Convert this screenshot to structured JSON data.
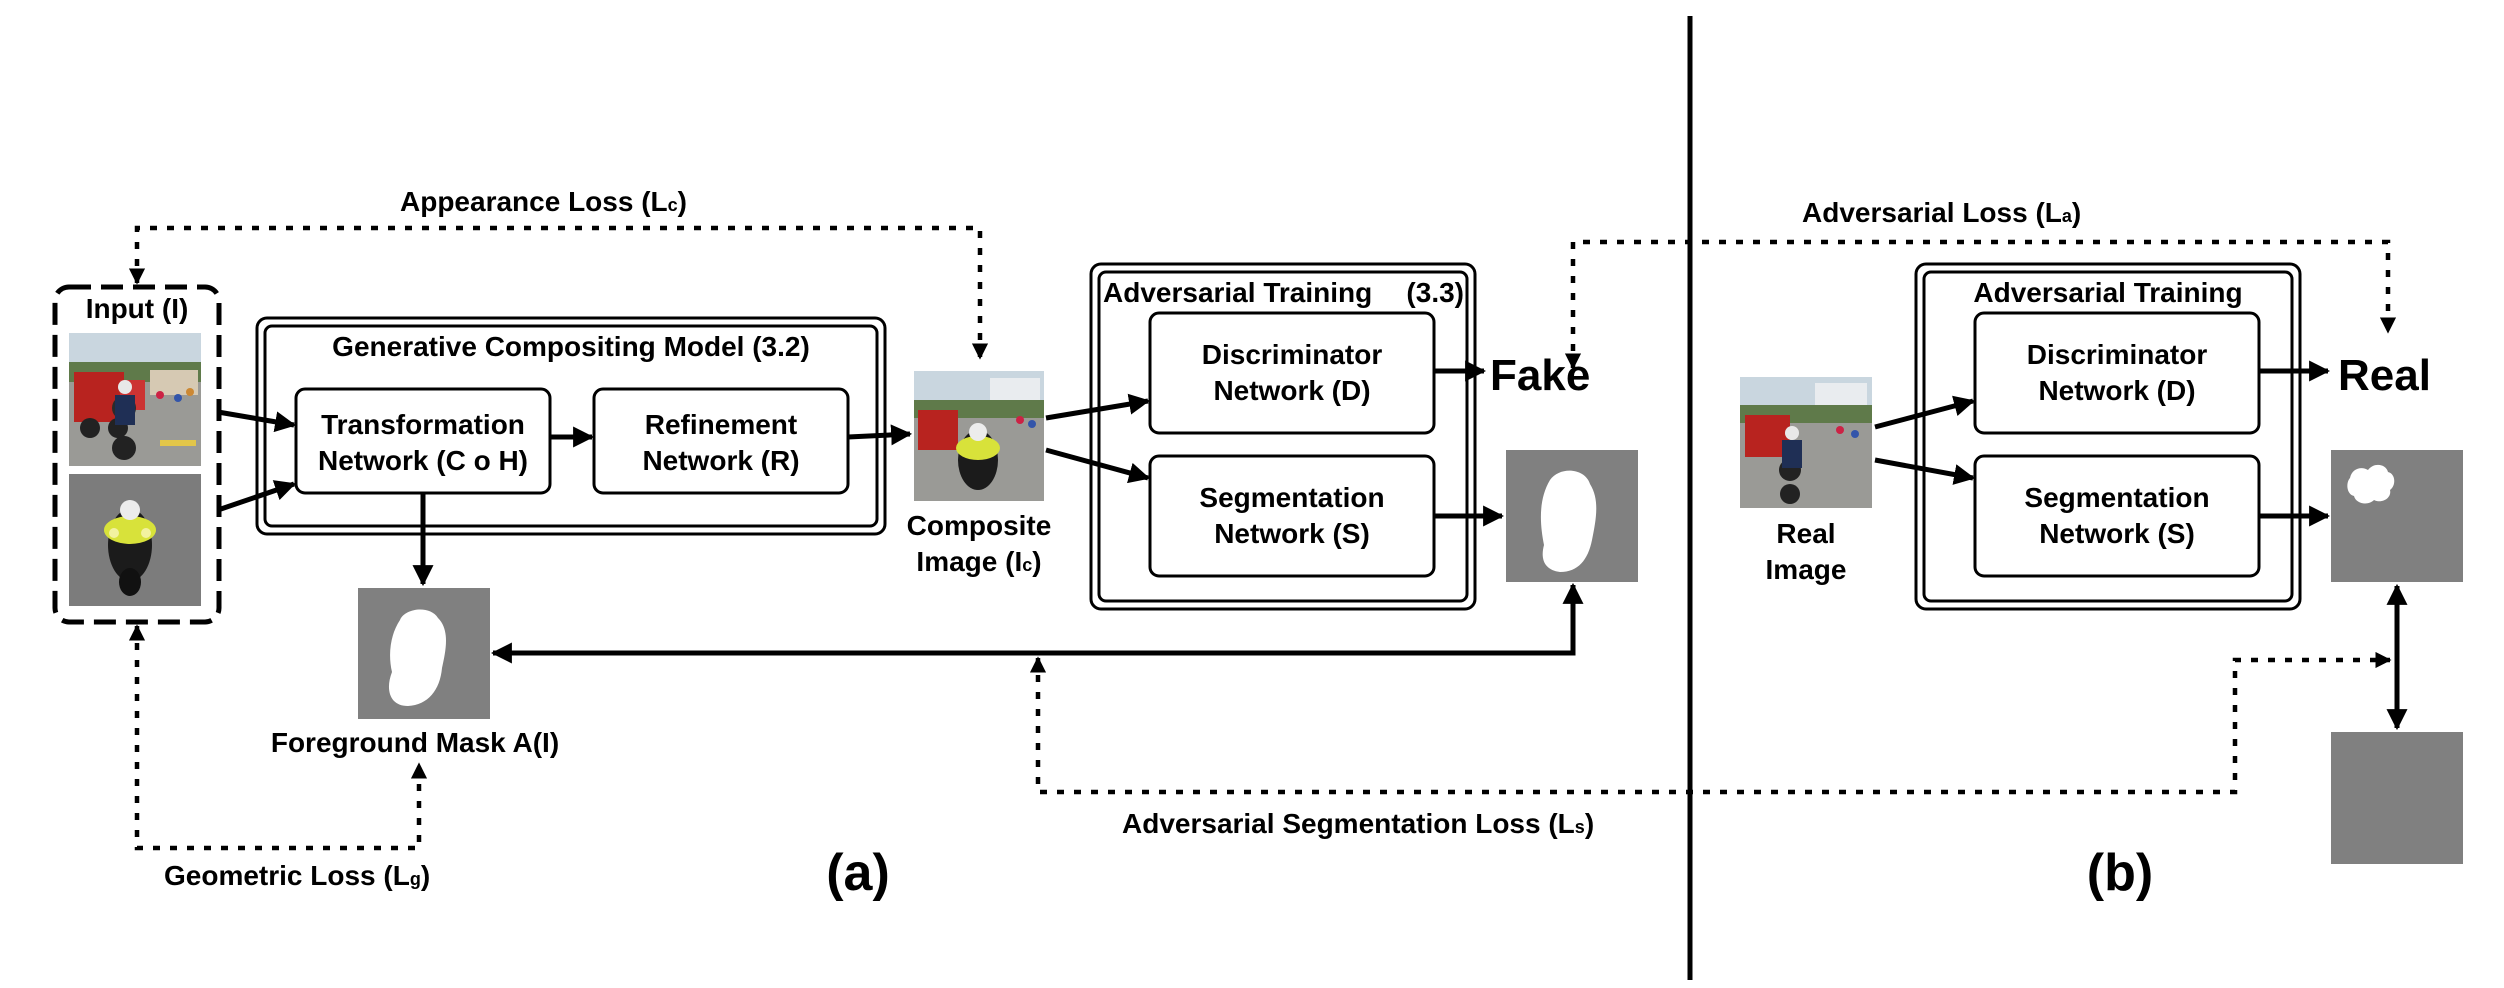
{
  "panel_a": {
    "input_title": "Input (I)",
    "appearance_loss": "Appearance Loss (L",
    "appearance_loss_sub": "c",
    "appearance_loss_end": ")",
    "gcm_title": "Generative Compositing Model (3.2)",
    "transformation_line1": "Transformation",
    "transformation_line2": "Network (C o H)",
    "refinement_line1": "Refinement",
    "refinement_line2": "Network (R)",
    "composite_line1": "Composite",
    "composite_line2": "Image (I",
    "composite_sub": "c",
    "composite_end": ")",
    "adv_title": "Adversarial Training",
    "adv_section": "(3.3)",
    "disc_line1": "Discriminator",
    "disc_line2": "Network (D)",
    "seg_line1": "Segmentation",
    "seg_line2": "Network (S)",
    "fake": "Fake",
    "fg_mask": "Foreground Mask A(I)",
    "geometric_loss": "Geometric Loss (L",
    "geometric_loss_sub": "g",
    "geometric_loss_end": ")",
    "adv_seg_loss": "Adversarial Segmentation Loss (L",
    "adv_seg_loss_sub": "s",
    "adv_seg_loss_end": ")",
    "caption": "(a)"
  },
  "panel_b": {
    "adv_loss": "Adversarial Loss (L",
    "adv_loss_sub": "a",
    "adv_loss_end": ")",
    "adv_title": "Adversarial Training",
    "disc_line1": "Discriminator",
    "disc_line2": "Network (D)",
    "seg_line1": "Segmentation",
    "seg_line2": "Network (S)",
    "real_line1": "Real",
    "real_line2": "Image",
    "real": "Real",
    "caption": "(b)"
  },
  "colors": {
    "mask_background": "#808080",
    "mask_foreground": "#ffffff"
  }
}
